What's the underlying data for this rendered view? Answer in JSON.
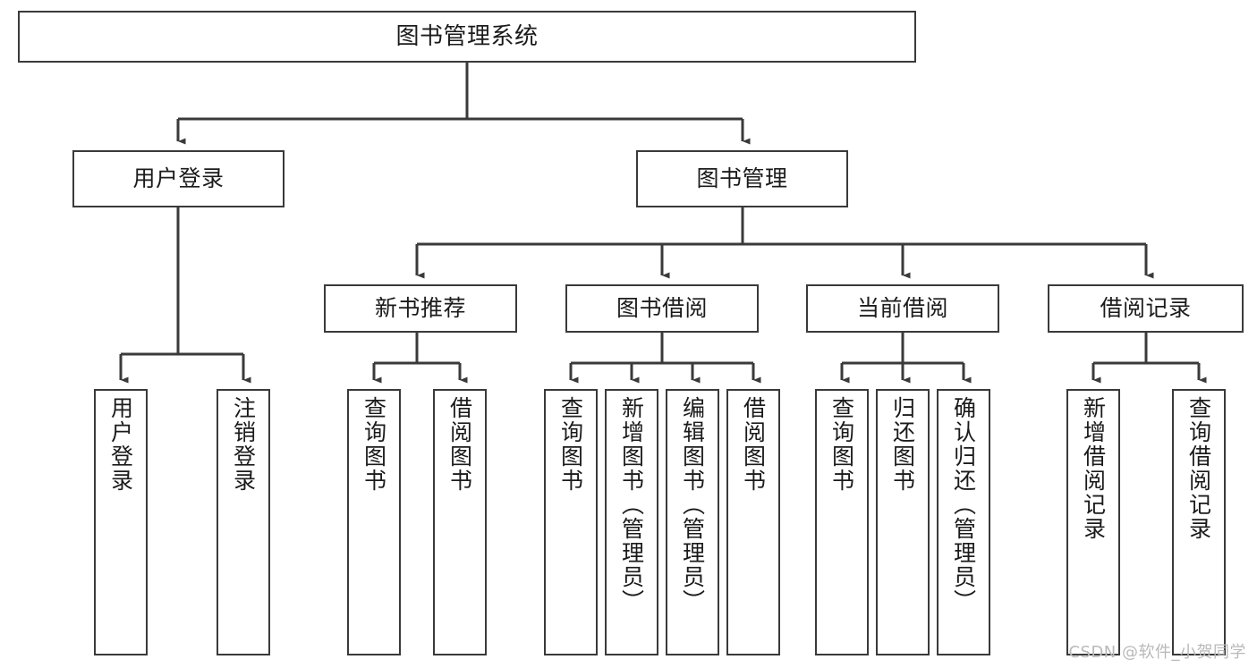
{
  "diagram": {
    "type": "tree-hierarchy-chart",
    "title": "图书管理系统",
    "orientation": "top-down",
    "colors": {
      "box_border": "#3a3a3a",
      "box_fill": "#ffffff",
      "edge": "#3a3a3a",
      "text": "#1b1b1b",
      "watermark": "#b9b9b9"
    },
    "nodes": {
      "root": {
        "label": "图书管理系统"
      },
      "level2": [
        {
          "id": "user-login",
          "label": "用户登录"
        },
        {
          "id": "book-management",
          "label": "图书管理"
        }
      ],
      "level3": [
        {
          "id": "new-book-recommend",
          "label": "新书推荐"
        },
        {
          "id": "book-borrow",
          "label": "图书借阅"
        },
        {
          "id": "current-borrow",
          "label": "当前借阅"
        },
        {
          "id": "borrow-record",
          "label": "借阅记录"
        }
      ],
      "leaves": {
        "user-login": [
          {
            "id": "leaf-user-login",
            "label": "用户登录"
          },
          {
            "id": "leaf-logout-login",
            "label": "注销登录"
          }
        ],
        "new-book-recommend": [
          {
            "id": "leaf-query-book-1",
            "label": "查询图书"
          },
          {
            "id": "leaf-borrow-book-1",
            "label": "借阅图书"
          }
        ],
        "book-borrow": [
          {
            "id": "leaf-query-book-2",
            "label": "查询图书"
          },
          {
            "id": "leaf-add-book",
            "label": "新增图书（管理员）"
          },
          {
            "id": "leaf-edit-book",
            "label": "编辑图书（管理员）"
          },
          {
            "id": "leaf-borrow-book-2",
            "label": "借阅图书"
          }
        ],
        "current-borrow": [
          {
            "id": "leaf-query-book-3",
            "label": "查询图书"
          },
          {
            "id": "leaf-return-book",
            "label": "归还图书"
          },
          {
            "id": "leaf-confirm-return",
            "label": "确认归还（管理员）"
          }
        ],
        "borrow-record": [
          {
            "id": "leaf-add-record",
            "label": "新增借阅记录"
          },
          {
            "id": "leaf-query-record",
            "label": "查询借阅记录"
          }
        ]
      }
    },
    "watermark": "CSDN @软件_小贺同学"
  }
}
